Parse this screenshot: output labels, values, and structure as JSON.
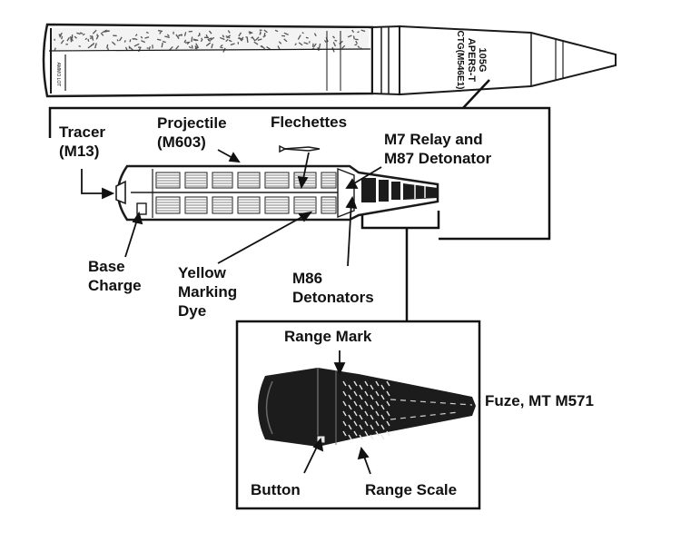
{
  "colors": {
    "ink": "#111111",
    "line": "#1a1a1a",
    "fill_dark": "#1c1c1c",
    "fill_mid": "#8a8a8a",
    "fill_light": "#e6e6e6",
    "paper": "#ffffff"
  },
  "cartridge": {
    "stamp_lines": [
      "105G",
      "APERS-T",
      "CTG(M546E1)"
    ],
    "lot_text": "AMMO LOT"
  },
  "labels": {
    "tracer": [
      "Tracer",
      "(M13)"
    ],
    "projectile": [
      "Projectile",
      "(M603)"
    ],
    "flechettes": "Flechettes",
    "relay": [
      "M7 Relay and",
      "M87 Detonator"
    ],
    "base_charge": [
      "Base",
      "Charge"
    ],
    "dye": [
      "Yellow",
      "Marking",
      "Dye"
    ],
    "m86": [
      "M86",
      "Detonators"
    ],
    "range_mark": "Range Mark",
    "fuze": "Fuze, MT M571",
    "button": "Button",
    "range_scale": "Range Scale"
  }
}
